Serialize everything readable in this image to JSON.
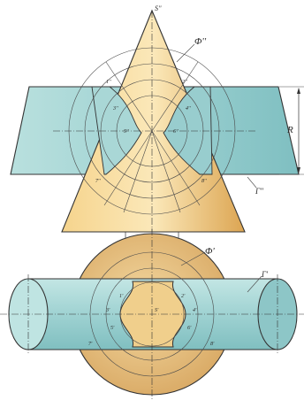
{
  "front_view": {
    "apex_label": "S''",
    "diameter_label": "Φ''",
    "dimension_label": "R",
    "prism_label": "Γ''",
    "point_labels": [
      "1''",
      "2''",
      "3''",
      "4''",
      "5''",
      "6''",
      "7''",
      "8''"
    ]
  },
  "top_view": {
    "diameter_label": "Φ'",
    "prism_label": "Γ'",
    "apex_label": "S'",
    "point_labels": [
      "1'",
      "2'",
      "3'",
      "4'",
      "5'",
      "6'",
      "7'",
      "8'"
    ]
  },
  "colors": {
    "cone": "#efc978",
    "cone_light": "#fbe7b3",
    "cone_dark": "#d7a14a",
    "prism": "#9fd2d2",
    "prism_dark": "#6fb3b6",
    "cylinder": "#a6d6d6"
  }
}
